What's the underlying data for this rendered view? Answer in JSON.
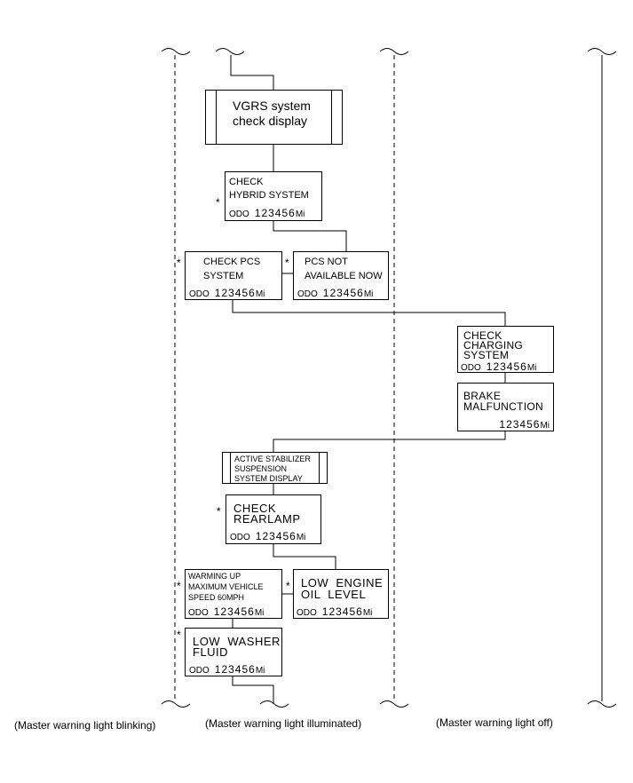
{
  "diagram": {
    "vgrs": {
      "line1": "VGRS system",
      "line2": "check display"
    },
    "hybrid": {
      "line1": "CHECK",
      "line2": "HYBRID SYSTEM",
      "odo": "ODO",
      "num": "123456",
      "unit": "Mi"
    },
    "pcs": {
      "line1": "CHECK PCS",
      "line2": "SYSTEM",
      "odo": "ODO",
      "num": "123456",
      "unit": "Mi"
    },
    "pcs_na": {
      "line1": "PCS NOT",
      "line2": "AVAILABLE NOW",
      "odo": "ODO",
      "num": "123456",
      "unit": "Mi"
    },
    "charging": {
      "line1": "CHECK",
      "line2": "CHARGING",
      "line3": "SYSTEM",
      "odo": "ODO",
      "num": "123456",
      "unit": "Mi"
    },
    "brake": {
      "line1": "BRAKE",
      "line2": "MALFUNCTION",
      "num": "123456",
      "unit": "Mi"
    },
    "active": {
      "line1": "ACTIVE STABILIZER",
      "line2": "SUSPENSION",
      "line3": "SYSTEM DISPLAY"
    },
    "rearlamp": {
      "line1": "CHECK",
      "line2": "REARLAMP",
      "odo": "ODO",
      "num": "123456",
      "unit": "Mi"
    },
    "warming": {
      "line1": "WARMING UP",
      "line2": "MAXIMUM VEHICLE",
      "line3": "SPEED 60MPH",
      "odo": "ODO",
      "num": "123456",
      "unit": "Mi"
    },
    "oil": {
      "line1": "LOW  ENGINE",
      "line2": "OIL  LEVEL",
      "odo": "ODO",
      "num": "123456",
      "unit": "Mi"
    },
    "washer": {
      "line1": "LOW  WASHER",
      "line2": "FLUID",
      "odo": "ODO",
      "num": "123456",
      "unit": "Mi"
    },
    "asterisk": "*",
    "columns": {
      "blinking": "(Master warning light blinking)",
      "illuminated": "(Master warning light illuminated)",
      "off": "(Master warning light off)"
    }
  }
}
